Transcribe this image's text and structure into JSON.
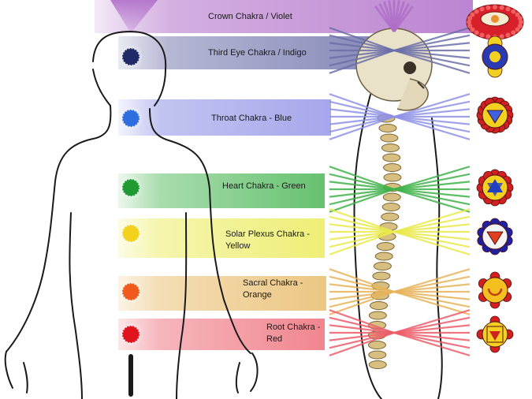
{
  "colors": {
    "crown": "#b06fc9",
    "third_eye": "#6b6fa8",
    "throat": "#8f92e6",
    "heart": "#3fb24a",
    "solar_plexus": "#e9e94a",
    "sacral": "#e6b45a",
    "root": "#ec5d6a",
    "spine": "#c8b070",
    "outline": "#1a1a1a"
  },
  "chakras": [
    {
      "key": "crown",
      "label": "Crown Chakra / Violet",
      "icon": "lotus-thousand-petal-icon"
    },
    {
      "key": "third_eye",
      "label": "Third Eye Chakra / Indigo",
      "icon": "om-two-petal-icon"
    },
    {
      "key": "throat",
      "label": "Throat Chakra - Blue",
      "icon": "triangle-lotus-icon"
    },
    {
      "key": "heart",
      "label": "Heart Chakra - Green",
      "icon": "hexagram-lotus-icon"
    },
    {
      "key": "solar_plexus",
      "label": "Solar Plexus Chakra - Yellow",
      "icon": "fire-triangle-lotus-icon"
    },
    {
      "key": "sacral",
      "label": "Sacral Chakra - Orange",
      "icon": "crescent-lotus-icon"
    },
    {
      "key": "root",
      "label": "Root Chakra - Red",
      "icon": "square-lotus-icon"
    }
  ]
}
